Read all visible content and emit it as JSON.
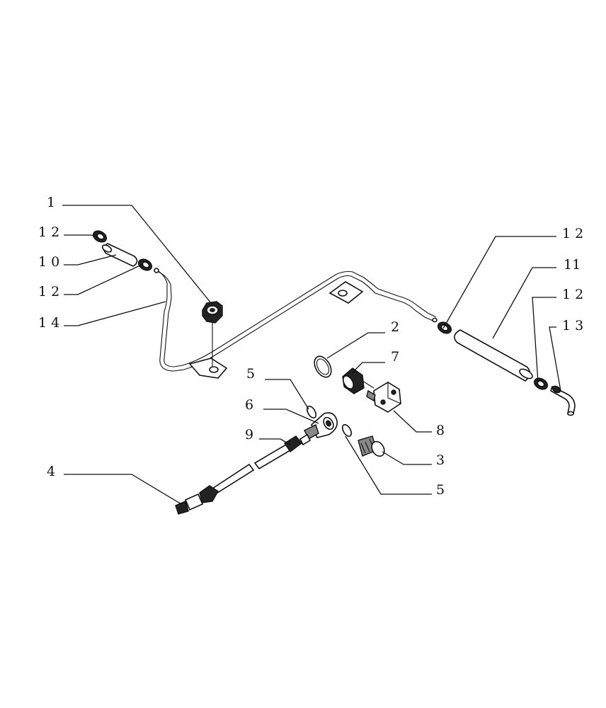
{
  "callouts": {
    "c1": "1",
    "c12a": "1 2",
    "c10": "1 0",
    "c12b": "1 2",
    "c14": "1 4",
    "c12c": "1 2",
    "c11": "11",
    "c12d": "1 2",
    "c13": "1 3",
    "c2": "2",
    "c7": "7",
    "c5a": "5",
    "c6": "6",
    "c9": "9",
    "c8": "8",
    "c3": "3",
    "c4": "4",
    "c5b": "5"
  }
}
